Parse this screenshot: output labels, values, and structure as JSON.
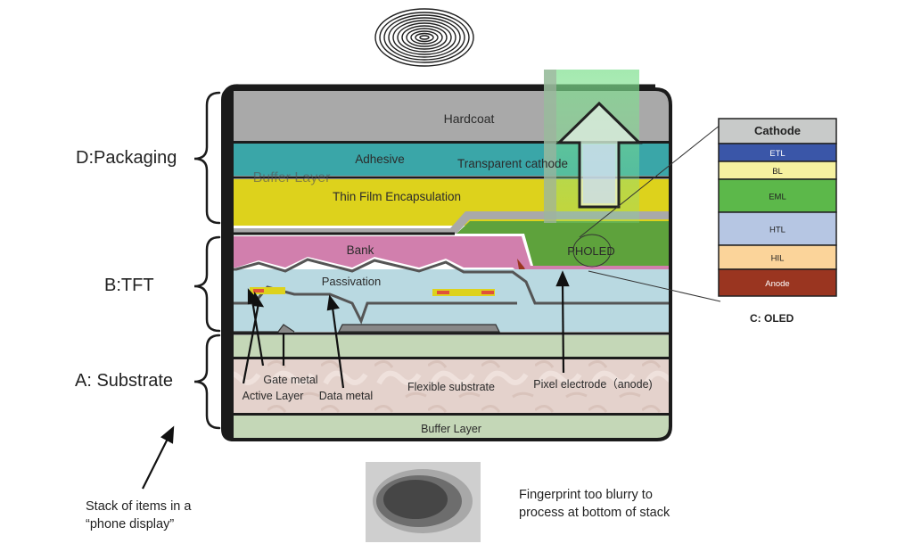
{
  "sections": {
    "packaging": "D:Packaging",
    "tft": "B:TFT",
    "substrate": "A: Substrate"
  },
  "layers": {
    "hardcoat": "Hardcoat",
    "adhesive": "Adhesive",
    "transparent_cathode": "Transparent cathode",
    "buffer_layer_ghost": "Buffer Layer",
    "tfe": "Thin Film Encapsulation",
    "bank": "Bank",
    "pholed": "PHOLED",
    "passivation": "Passivation",
    "gate_metal": "Gate metal",
    "active_layer": "Active Layer",
    "data_metal": "Data metal",
    "flexible_substrate": "Flexible substrate",
    "pixel_electrode": "Pixel electrode（anode)",
    "buffer_layer": "Buffer Layer"
  },
  "oled": {
    "title": "C: OLED",
    "layers": [
      {
        "label": "Cathode",
        "color": "#c8cac9"
      },
      {
        "label": "ETL",
        "color": "#3a56a8"
      },
      {
        "label": "BL",
        "color": "#f6f2a0"
      },
      {
        "label": "EML",
        "color": "#5cb84a"
      },
      {
        "label": "HTL",
        "color": "#b6c6e3"
      },
      {
        "label": "HIL",
        "color": "#fbd49a"
      },
      {
        "label": "Anode",
        "color": "#9a3520"
      }
    ]
  },
  "annotations": {
    "stack_caption": [
      "Stack of items in a",
      "“phone display”"
    ],
    "blur_caption": [
      "Fingerprint too blurry to",
      "process at bottom of stack"
    ]
  },
  "colors": {
    "hardcoat": "#a9a9a9",
    "adhesive": "#3aa6a8",
    "tfe": "#ddd21c",
    "bank": "#d17fad",
    "pholed": "#5ea23c",
    "tft_fill": "#b9d9e1",
    "substrate_buffer": "#c4d7b7",
    "flexible_substrate": "#e4d2cc",
    "anode": "#9a3520",
    "emission_glow": "#7fe08f"
  }
}
